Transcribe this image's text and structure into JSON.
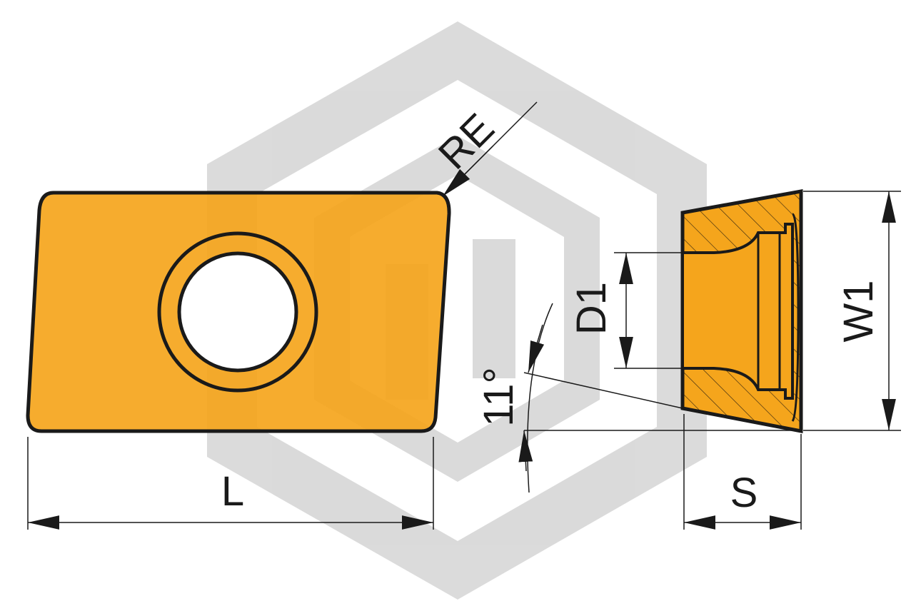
{
  "labels": {
    "re": "RE",
    "l": "L",
    "d1": "D1",
    "w1": "W1",
    "s": "S",
    "angle": "11°"
  },
  "colors": {
    "insert_fill": "#F5A51C",
    "outline": "#1a1a1a",
    "watermark": "#cfcfcf",
    "background": "#ffffff"
  }
}
